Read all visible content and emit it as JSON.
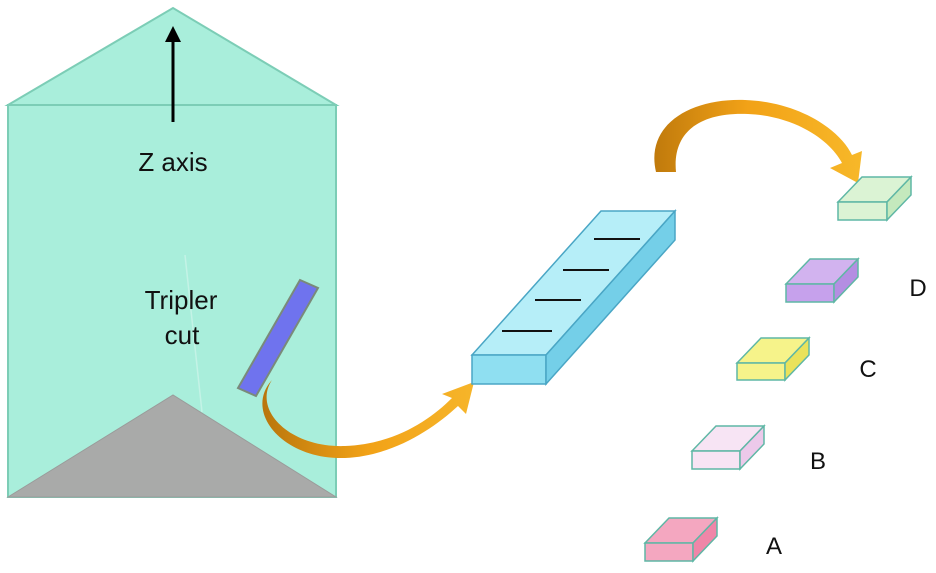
{
  "labels": {
    "z_axis": "Z axis",
    "tripler_line1": "Tripler",
    "tripler_line2": "cut"
  },
  "pieces": [
    {
      "label": "A",
      "face_color": "#f4a7c0",
      "side_color": "#ef86a8"
    },
    {
      "label": "B",
      "face_color": "#f7e4f4",
      "side_color": "#ecc9ea"
    },
    {
      "label": "C",
      "face_color": "#f6f38a",
      "side_color": "#eae25a"
    },
    {
      "label": "D",
      "face_color": "#d2b3ef",
      "side_color": "#b48ee2"
    },
    {
      "label": "",
      "face_color": "#dbf3d4",
      "side_color": "#c4e9bd"
    }
  ],
  "colors": {
    "crystal_fill": "#a9eedb",
    "crystal_stroke": "#7ccdb6",
    "cut_plate": "#6f73ee",
    "cone_fill": "#a9aaa9",
    "bar_top": "#b6eef8",
    "bar_front": "#8fdff1",
    "bar_end": "#74cfe8",
    "arrow_orange": "#f2a217",
    "arrow_dark": "#b9760c"
  }
}
